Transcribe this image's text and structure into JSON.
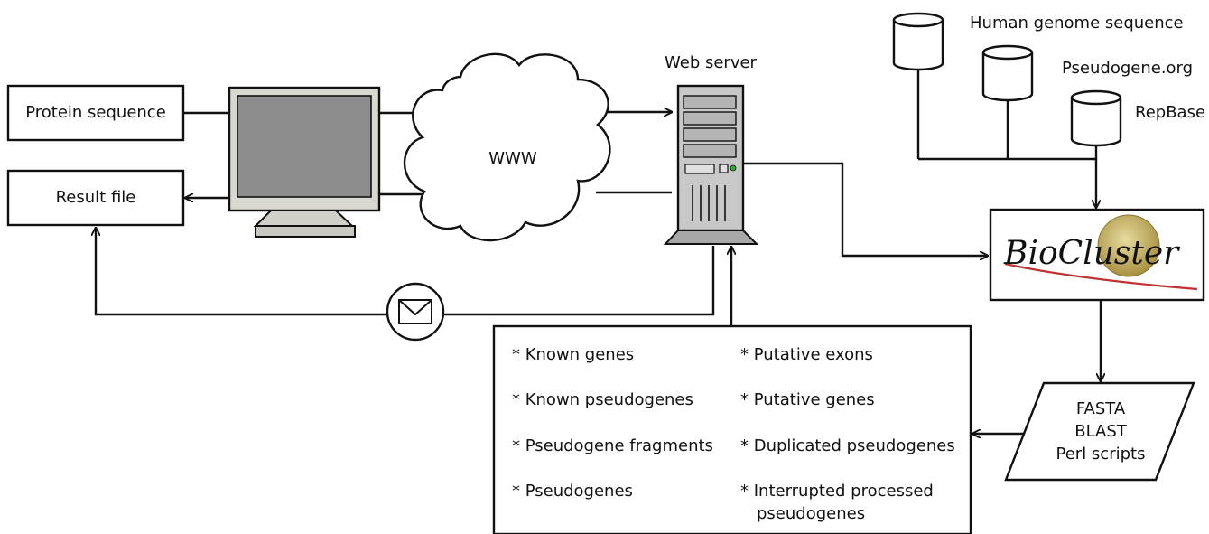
{
  "inputs": {
    "protein_sequence": "Protein sequence",
    "result_file": "Result file"
  },
  "network": {
    "cloud_label": "WWW"
  },
  "server": {
    "label": "Web server"
  },
  "databases": [
    {
      "name": "Human genome sequence"
    },
    {
      "name": "Pseudogene.org"
    },
    {
      "name": "RepBase"
    }
  ],
  "cluster": {
    "logo_text": "BioCluster"
  },
  "tools": {
    "lines": [
      "FASTA",
      "BLAST",
      "Perl scripts"
    ]
  },
  "results": {
    "left_column": [
      "* Known genes",
      "* Known pseudogenes",
      "* Pseudogene fragments",
      "* Pseudogenes"
    ],
    "right_column": [
      "* Putative exons",
      "* Putative genes",
      "* Duplicated pseudogenes",
      "* Interrupted processed",
      "pseudogenes"
    ]
  },
  "colors": {
    "line": "#111111",
    "screen": "#8c8c8c",
    "monitor_body": "#d8d8d0",
    "server_body": "#c8c8c8",
    "logo_globe": "#c8b460",
    "logo_swoosh": "#c03030"
  }
}
